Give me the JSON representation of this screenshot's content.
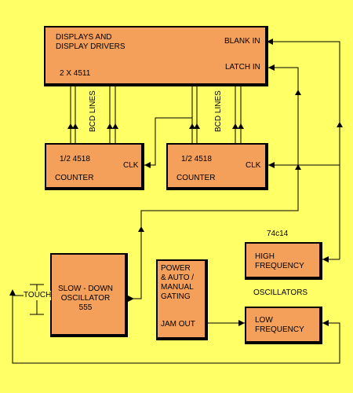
{
  "display_block": {
    "title": "DISPLAYS AND\nDISPLAY DRIVERS",
    "chip": "2 X 4511",
    "blank_in": "BLANK IN",
    "latch_in": "LATCH IN"
  },
  "bcd_lines": "BCD LINES",
  "counters": [
    {
      "chip": "1/2 4518",
      "name": "COUNTER",
      "clk": "CLK"
    },
    {
      "chip": "1/2 4518",
      "name": "COUNTER",
      "clk": "CLK"
    }
  ],
  "slow_osc": {
    "label": "SLOW - DOWN\nOSCILLATOR\n555"
  },
  "touch": "TOUCH",
  "gating": {
    "label": "POWER\n& AUTO /\nMANUAL\nGATING",
    "jam_out": "JAM OUT"
  },
  "high_freq": {
    "chip": "74c14",
    "label": "HIGH\nFREQUENCY"
  },
  "oscillators_label": "OSCILLATORS",
  "low_freq": {
    "label": "LOW\nFREQUENCY"
  },
  "colors": {
    "background": "#ffff66",
    "block_fill": "#f5a05a",
    "line": "#000000"
  }
}
